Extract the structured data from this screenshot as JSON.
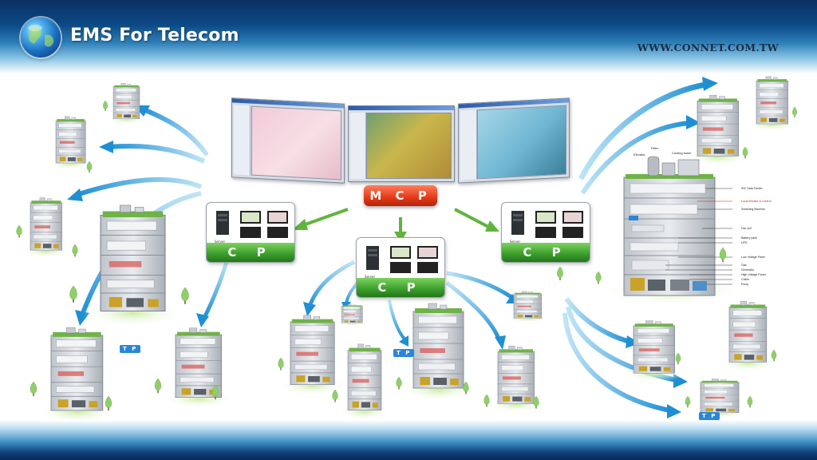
{
  "header": {
    "title": "EMS For Telecom",
    "website": "WWW.CONNET.COM.TW"
  },
  "mcp": {
    "label": "M C P"
  },
  "cp_nodes": [
    {
      "label": "C P",
      "caption": "Server"
    },
    {
      "label": "C P",
      "caption": "Server"
    },
    {
      "label": "C P",
      "caption": "Server"
    }
  ],
  "tp": {
    "label": "T P"
  },
  "building": {
    "top_labels": [
      "Elevator",
      "Fitter",
      "Cooling tower"
    ],
    "floors": [
      {
        "label": "IDC Data Center"
      },
      {
        "label": "Local Monitor & Control"
      },
      {
        "label": "Switching Machine"
      },
      {
        "label": "Fan coil"
      },
      {
        "label": "Battery pack"
      },
      {
        "label": "UPS"
      },
      {
        "label": "Low Voltage Panel"
      },
      {
        "label": "Gas"
      },
      {
        "label": "Generator"
      },
      {
        "label": "High Voltage Panel"
      },
      {
        "label": "Chiller"
      },
      {
        "label": "Pump"
      }
    ]
  },
  "colors": {
    "mcp": "#e23a18",
    "cp": "#3fa12e",
    "arrow_blue": "#2f97d6",
    "arrow_green": "#5fb53c",
    "tp": "#2a86d8",
    "header": "#0c4a86",
    "highlight_label": "#d01f10"
  },
  "icons": [
    "globe-icon",
    "server-icon",
    "monitor-icon",
    "building-icon",
    "tree-icon",
    "arrow-icon"
  ]
}
